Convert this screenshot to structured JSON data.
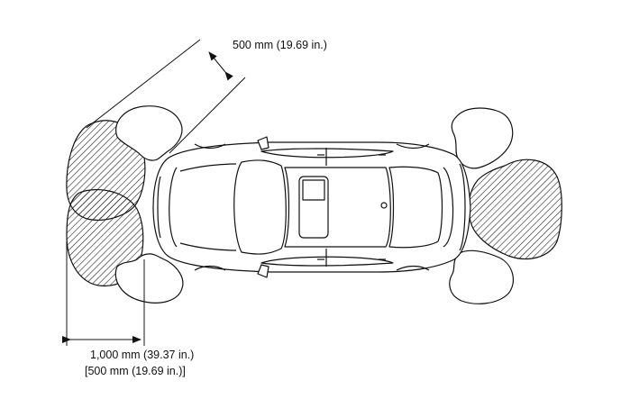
{
  "labels": {
    "side_distance": "500 mm (19.69 in.)",
    "front_distance_line1": "1,000 mm (39.37 in.)",
    "front_distance_line2": "[500 mm (19.69 in.)]"
  },
  "colors": {
    "line": "#111111",
    "background": "#ffffff"
  }
}
